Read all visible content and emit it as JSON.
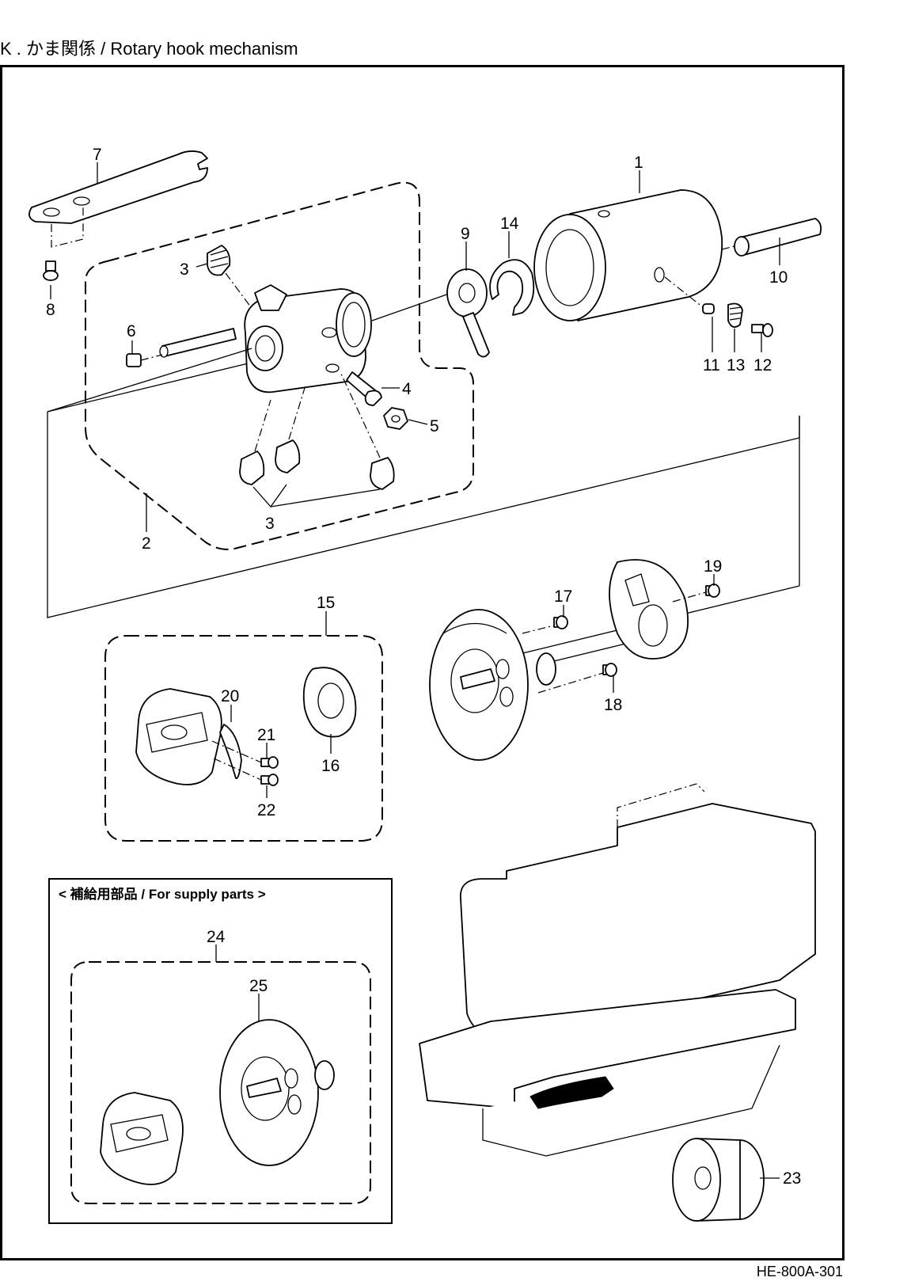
{
  "header": {
    "title": "K . かま関係 / Rotary hook mechanism"
  },
  "footer": {
    "code": "HE-800A-301"
  },
  "supply_box": {
    "label": "< 補給用部品 / For supply parts >"
  },
  "callouts": {
    "c1": "1",
    "c2": "2",
    "c3a": "3",
    "c3b": "3",
    "c4": "4",
    "c5": "5",
    "c6": "6",
    "c7": "7",
    "c8": "8",
    "c9": "9",
    "c10": "10",
    "c11": "11",
    "c12": "12",
    "c13": "13",
    "c14": "14",
    "c15": "15",
    "c16": "16",
    "c17": "17",
    "c18": "18",
    "c19": "19",
    "c20": "20",
    "c21": "21",
    "c22": "22",
    "c23": "23",
    "c24": "24",
    "c25": "25"
  }
}
